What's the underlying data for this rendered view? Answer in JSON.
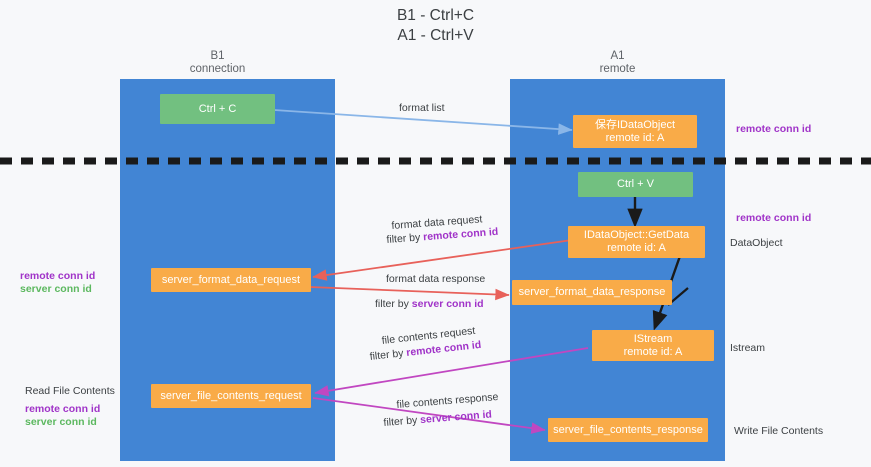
{
  "title": "B1 - Ctrl+C\nA1 - Ctrl+V",
  "colors": {
    "lane": "#4285d4",
    "node_orange": "#f9ab48",
    "node_green": "#72c080",
    "remote_conn_id": "#a033c8",
    "server_conn_id": "#5cb85f",
    "arrow_blue": "#8ab6e8",
    "arrow_red": "#e8615a",
    "arrow_magenta": "#c147c1",
    "arrow_black": "#1a1a1a",
    "divider": "#1a1a1a",
    "background": "#f7f8fa"
  },
  "lanes": [
    {
      "name": "b1",
      "header": "B1\nconnection"
    },
    {
      "name": "a1",
      "header": "A1\nremote"
    }
  ],
  "nodes": {
    "ctrl_c": "Ctrl + C",
    "ctrl_v": "Ctrl + V",
    "save_idataobject": "保存IDataObject\nremote id: A",
    "idataobject_getdata": "IDataObject::GetData\nremote id: A",
    "istream": "IStream\nremote id: A",
    "server_format_data_request": "server_format_data_request",
    "server_format_data_response": "server_format_data_response",
    "server_file_contents_request": "server_file_contents_request",
    "server_file_contents_response": "server_file_contents_response"
  },
  "edge_labels": {
    "format_list": "format list",
    "format_data_request": "format data request",
    "format_data_request_filter_prefix": "filter by ",
    "format_data_request_filter_token": "remote conn id",
    "format_data_response": "format data response",
    "format_data_response_filter_prefix": "filter by ",
    "format_data_response_filter_token": "server conn id",
    "file_contents_request": "file contents request",
    "file_contents_request_filter_prefix": "filter by ",
    "file_contents_request_filter_token": "remote conn id",
    "file_contents_response": "file contents response",
    "file_contents_response_filter_prefix": "filter by ",
    "file_contents_response_filter_token": "server conn id"
  },
  "right_annotations": {
    "remote_conn_id_top": "remote conn id",
    "remote_conn_id_mid": "remote conn id",
    "dataobject": "DataObject",
    "istream": "Istream",
    "write_file_contents": "Write File Contents"
  },
  "left_annotations": {
    "remote_conn_id": "remote conn id",
    "server_conn_id": "server conn id",
    "read_file_contents": "Read File Contents",
    "read_remote_conn_id": "remote conn id",
    "read_server_conn_id": "server conn id"
  }
}
